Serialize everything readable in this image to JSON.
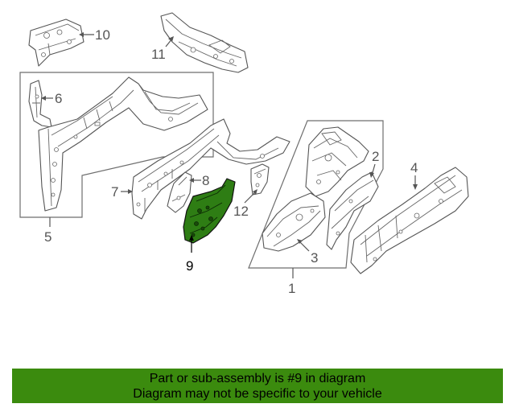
{
  "diagram": {
    "callouts": {
      "c1": "1",
      "c2": "2",
      "c3": "3",
      "c4": "4",
      "c5": "5",
      "c6": "6",
      "c7": "7",
      "c8": "8",
      "c9": "9",
      "c10": "10",
      "c11": "11",
      "c12": "12"
    },
    "highlighted_part": "9",
    "highlight_color": "#2e7d14"
  },
  "banner": {
    "line1": "Part or sub-assembly is #9 in diagram",
    "line2": "Diagram may not be specific to your vehicle",
    "background": "#3b8b0e"
  }
}
